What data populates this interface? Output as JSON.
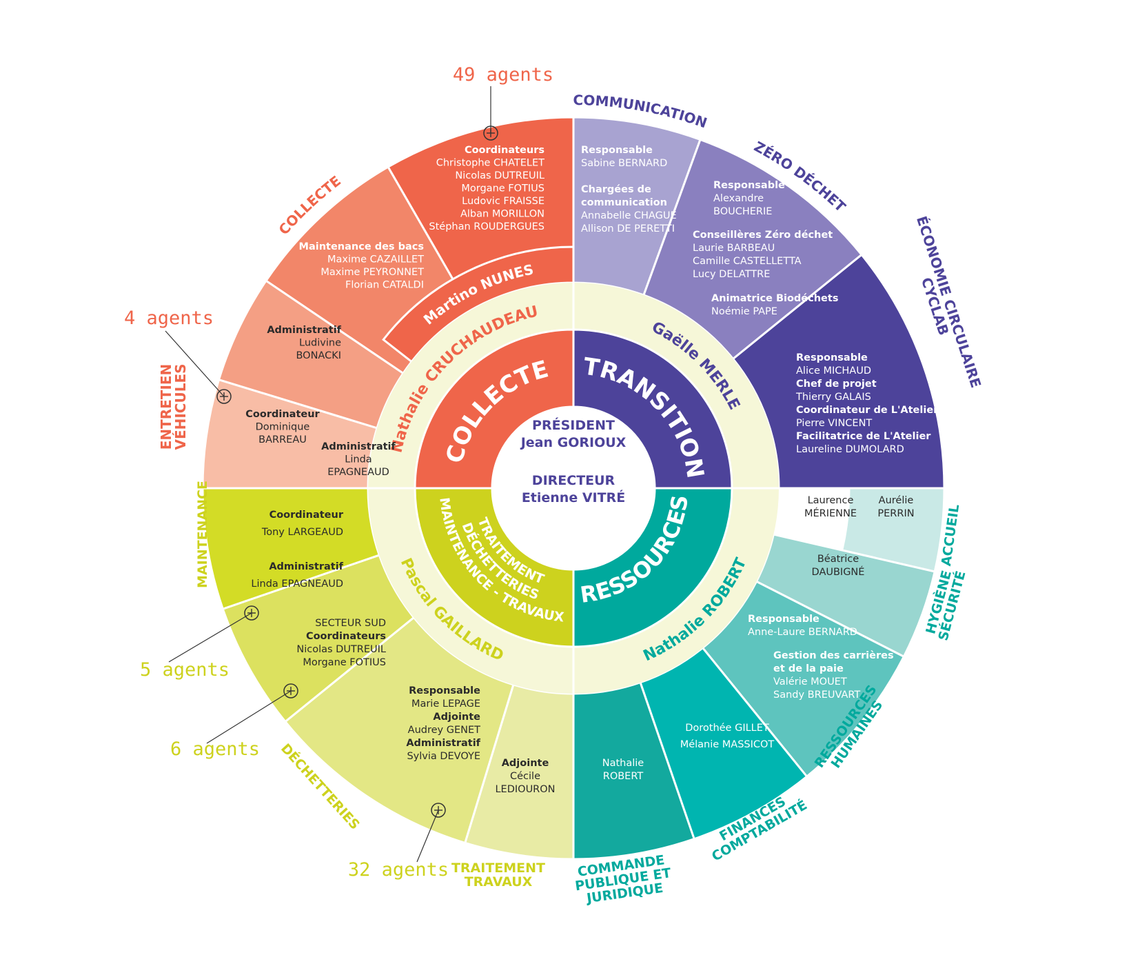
{
  "center": {
    "president_title": "PRÉSIDENT",
    "president_name": "Jean GORIOUX",
    "director_title": "DIRECTEUR",
    "director_name": "Etienne VITRÉ"
  },
  "poles": [
    {
      "id": "collecte",
      "label": "COLLECTE",
      "head": "Nathalie CRUCHAUDEAU",
      "color": "#EF654A"
    },
    {
      "id": "transition",
      "label": "TRANSITION",
      "head": "Gaëlle MERLE",
      "color": "#4D439A"
    },
    {
      "id": "ressources",
      "label": "RESSOURCES",
      "head": "Nathalie ROBERT",
      "color": "#00A99D"
    },
    {
      "id": "traitement",
      "label_lines": [
        "TRAITEMENT",
        "DÉCHETTERIES",
        "MAINTENANCE - TRAVAUX"
      ],
      "head": "Pascal GAILLARD",
      "color": "#CDD21E"
    }
  ],
  "collecte_sub_head": "Martino NUNES",
  "services": [
    {
      "id": "coordination",
      "label": "",
      "color": "#EF654A",
      "lines": [
        {
          "t": "Coordinateurs",
          "b": true
        },
        {
          "t": "Christophe CHATELET"
        },
        {
          "t": "Nicolas DUTREUIL"
        },
        {
          "t": "Morgane FOTIUS"
        },
        {
          "t": "Ludovic FRAISSE"
        },
        {
          "t": "Alban MORILLON"
        },
        {
          "t": "Stéphan ROUDERGUES"
        }
      ]
    },
    {
      "id": "collecte",
      "label": "COLLECTE",
      "color": "#F28669",
      "lines": [
        {
          "t": "Maintenance des bacs",
          "b": true
        },
        {
          "t": "Maxime CAZAILLET"
        },
        {
          "t": "Maxime PEYRONNET"
        },
        {
          "t": "Florian CATALDI"
        }
      ]
    },
    {
      "id": "administratif",
      "label": "",
      "color": "#F49F84",
      "lines": [
        {
          "t": "Administratif",
          "b": true
        },
        {
          "t": "Ludivine"
        },
        {
          "t": "BONACKI"
        }
      ]
    },
    {
      "id": "entretien",
      "label_lines": [
        "ENTRETIEN",
        "VÉHICULES"
      ],
      "color": "#F8BDA6",
      "lines": [
        {
          "t": "Coordinateur",
          "b": true
        },
        {
          "t": "Dominique"
        },
        {
          "t": "BARREAU"
        }
      ],
      "lines2": [
        {
          "t": "Administratif",
          "b": true
        },
        {
          "t": "Linda"
        },
        {
          "t": "EPAGNEAUD"
        }
      ]
    },
    {
      "id": "communication",
      "label": "COMMUNICATION",
      "color": "#A8A3D1",
      "lines": [
        {
          "t": "Responsable",
          "b": true
        },
        {
          "t": "Sabine BERNARD"
        },
        {
          "t": ""
        },
        {
          "t": "Chargées de",
          "b": true
        },
        {
          "t": "communication",
          "b": true
        },
        {
          "t": "Annabelle CHAGUE"
        },
        {
          "t": "Allison DE PERETTI"
        }
      ]
    },
    {
      "id": "zero",
      "label": "ZÉRO DÉCHET",
      "color": "#8A80BF",
      "lines": [
        {
          "t": "Responsable",
          "b": true
        },
        {
          "t": "Alexandre"
        },
        {
          "t": "BOUCHERIE"
        }
      ],
      "lines2": [
        {
          "t": "Conseillères Zéro déchet",
          "b": true
        },
        {
          "t": "Laurie BARBEAU"
        },
        {
          "t": "Camille CASTELLETTA"
        },
        {
          "t": "Lucy DELATTRE"
        }
      ],
      "lines3": [
        {
          "t": "Animatrice Biodéchets",
          "b": true
        },
        {
          "t": "Noémie PAPE"
        }
      ]
    },
    {
      "id": "eco",
      "label_lines": [
        "ÉCONOMIE CIRCULAIRE",
        "CYCLAB"
      ],
      "color": "#4D439A",
      "lines": [
        {
          "t": "Responsable",
          "b": true
        },
        {
          "t": "Alice MICHAUD"
        },
        {
          "t": "Chef de projet",
          "b": true
        },
        {
          "t": "Thierry GALAIS"
        },
        {
          "t": "Coordinateur de L'Atelier",
          "b": true
        },
        {
          "t": "Pierre VINCENT"
        },
        {
          "t": "Facilitatrice de L'Atelier",
          "b": true
        },
        {
          "t": "Laureline DUMOLARD"
        }
      ]
    },
    {
      "id": "accueil",
      "label": "ACCUEIL",
      "color": "#C9E9E6",
      "lines": [
        {
          "t": "Laurence"
        },
        {
          "t": "MÉRIENNE"
        }
      ],
      "lines2": [
        {
          "t": "Aurélie"
        },
        {
          "t": "PERRIN"
        }
      ]
    },
    {
      "id": "hygiene",
      "label_lines": [
        "HYGIÈNE",
        "SÉCURITÉ"
      ],
      "color": "#99D6D0",
      "lines": [
        {
          "t": "Béatrice"
        },
        {
          "t": "DAUBIGNÉ"
        }
      ]
    },
    {
      "id": "rh",
      "label_lines": [
        "RESSOURCES",
        "HUMAINES"
      ],
      "color": "#5EC4BE",
      "lines": [
        {
          "t": "Responsable",
          "b": true
        },
        {
          "t": "Anne-Laure BERNARD"
        }
      ],
      "lines2": [
        {
          "t": "Gestion des carrières",
          "b": true
        },
        {
          "t": "et de la paie",
          "b": true
        },
        {
          "t": "Valérie MOUET"
        },
        {
          "t": "Sandy BREUVART"
        }
      ]
    },
    {
      "id": "finances",
      "label_lines": [
        "FINANCES",
        "COMPTABILITÉ"
      ],
      "color": "#00B5B0",
      "lines": [
        {
          "t": "Dorothée GILLET"
        },
        {
          "t": "Mélanie MASSICOT"
        }
      ]
    },
    {
      "id": "commande",
      "label_lines": [
        "COMMANDE",
        "PUBLIQUE ET",
        "JURIDIQUE"
      ],
      "color": "#13A99E",
      "lines": [
        {
          "t": "Nathalie"
        },
        {
          "t": "ROBERT"
        }
      ]
    },
    {
      "id": "traitement",
      "label_lines": [
        "TRAITEMENT",
        "TRAVAUX"
      ],
      "color": "#E8EBA5",
      "lines": [
        {
          "t": "Adjointe",
          "b": true
        },
        {
          "t": "Cécile"
        },
        {
          "t": "LEDIOURON"
        }
      ]
    },
    {
      "id": "dechetteries",
      "label": "DÉCHETTERIES",
      "color": "#E3E785",
      "lines": [
        {
          "t": "Responsable",
          "b": true
        },
        {
          "t": "Marie LEPAGE"
        },
        {
          "t": "Adjointe",
          "b": true
        },
        {
          "t": "Audrey GENET"
        },
        {
          "t": "Administratif",
          "b": true
        },
        {
          "t": "Sylvia DEVOYE"
        }
      ]
    },
    {
      "id": "secteursud",
      "label": "",
      "color": "#DCE15F",
      "lines": [
        {
          "t": "SECTEUR SUD"
        },
        {
          "t": "Coordinateurs",
          "b": true
        },
        {
          "t": "Nicolas DUTREUIL"
        },
        {
          "t": "Morgane FOTIUS"
        }
      ]
    },
    {
      "id": "maintenance",
      "label": "MAINTENANCE",
      "color": "#D3DC26",
      "lines": [
        {
          "t": "Coordinateur",
          "b": true
        },
        {
          "t": "Tony LARGEAUD"
        },
        {
          "t": ""
        },
        {
          "t": "Administratif",
          "b": true
        },
        {
          "t": "Linda EPAGNEAUD"
        }
      ]
    }
  ],
  "agents": [
    {
      "text": "49 agents",
      "color": "#EF654A"
    },
    {
      "text": "4 agents",
      "color": "#EF654A"
    },
    {
      "text": "5 agents",
      "color": "#CDD21E"
    },
    {
      "text": "6 agents",
      "color": "#CDD21E"
    },
    {
      "text": "32 agents",
      "color": "#CDD21E"
    }
  ],
  "colors": {
    "ring": "#F6F7D8",
    "collecte_label": "#EF654A",
    "transition_label": "#4D439A",
    "ressources_label": "#00A99D",
    "traitement_label": "#CDD21E"
  }
}
